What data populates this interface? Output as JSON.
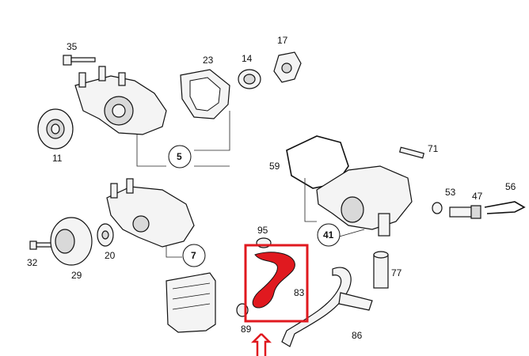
{
  "parts": [
    {
      "id": "p35",
      "label": "35"
    },
    {
      "id": "p23",
      "label": "23"
    },
    {
      "id": "p14",
      "label": "14"
    },
    {
      "id": "p17",
      "label": "17"
    },
    {
      "id": "p11",
      "label": "11"
    },
    {
      "id": "p71",
      "label": "71"
    },
    {
      "id": "p59",
      "label": "59"
    },
    {
      "id": "p53",
      "label": "53"
    },
    {
      "id": "p47",
      "label": "47"
    },
    {
      "id": "p56",
      "label": "56"
    },
    {
      "id": "p95",
      "label": "95"
    },
    {
      "id": "p77",
      "label": "77"
    },
    {
      "id": "p32",
      "label": "32"
    },
    {
      "id": "p29",
      "label": "29"
    },
    {
      "id": "p20",
      "label": "20"
    },
    {
      "id": "p83",
      "label": "83"
    },
    {
      "id": "p89",
      "label": "89"
    },
    {
      "id": "p86",
      "label": "86"
    }
  ],
  "groups": [
    {
      "id": "g5",
      "label": "5"
    },
    {
      "id": "g7",
      "label": "7"
    },
    {
      "id": "g41",
      "label": "41"
    }
  ],
  "colors": {
    "highlight": "#e0191f",
    "hose": "#e0191f",
    "line": "#111111",
    "background": "#ffffff"
  }
}
